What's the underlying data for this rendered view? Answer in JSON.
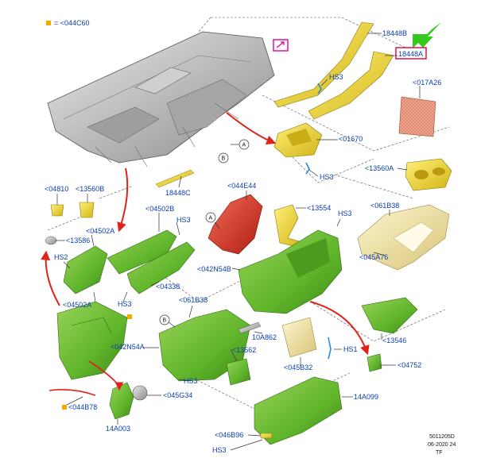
{
  "legend": {
    "swatch_color": "#f5a800",
    "text": "= <044C60"
  },
  "callouts": {
    "c18448B": "18448B",
    "c18448A": "18448A",
    "cHS3_top": "HS3",
    "c017A26": "<017A26",
    "c01670": "<01670",
    "cHS3_mid": "HS3",
    "c13560A": "<13560A",
    "cA1": "A",
    "cB1": "B",
    "c18448C": "18448C",
    "c04810": "<04810",
    "c13560B": "<13560B",
    "c04502B": "<04502B",
    "cHS3_b": "HS3",
    "c044E44": "<044E44",
    "c13554": "<13554",
    "cHS3_c": "HS3",
    "c061B38_top": "<061B38",
    "c13586": "<13586",
    "c04502A_top": "<04502A",
    "cA2": "A",
    "c042N54B": "<042N54B",
    "c045A76": "<045A76",
    "cHS2": "HS2",
    "c04338": "<04338",
    "c04502A_bot": "<04502A",
    "cHS3_d": "HS3",
    "c061B38_mid": "<061B38",
    "cB2": "B",
    "c10A862": "10A862",
    "c042N54A": "<042N54A",
    "c13562": "<13562",
    "c13546": "<13546",
    "cHS1": "HS1",
    "cHS3_e": "HS3",
    "c045B32": "<045B32",
    "c04752": "<04752",
    "c045G34": "<045G34",
    "c044B78": "<044B78",
    "c14A099": "14A099",
    "c14A003": "14A003",
    "c046B96": "<046B96",
    "cHS3_f": "HS3"
  },
  "footer": {
    "line1": "5011205D",
    "line2": "06-2020 24",
    "line3": "TF"
  },
  "colors": {
    "callout_text": "#0b3fb3",
    "highlight_box": "#e0003a",
    "highlight_arrow": "#35c81e",
    "flow_arrow": "#e02218",
    "frame_link": "#e000a0",
    "part_green": "#5fb52a",
    "part_yellow": "#e8d230",
    "part_red": "#d8352a",
    "part_salmon": "#e7937a",
    "part_cream": "#efe3a4",
    "part_grey": "#b8b8b8"
  }
}
